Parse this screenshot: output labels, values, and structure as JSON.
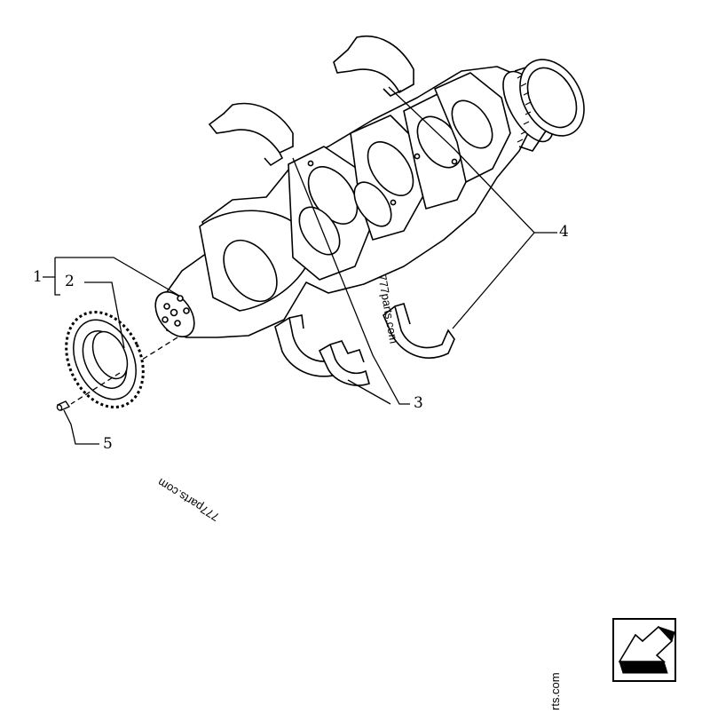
{
  "callouts": {
    "c1": "1",
    "c2": "2",
    "c3": "3",
    "c4": "4",
    "c5": "5"
  },
  "watermarks": {
    "center": "777parts.com",
    "lower_left": "777parts.com",
    "bottom_right": "rts.com"
  },
  "nav_icon": "previous-page-arrow-icon"
}
